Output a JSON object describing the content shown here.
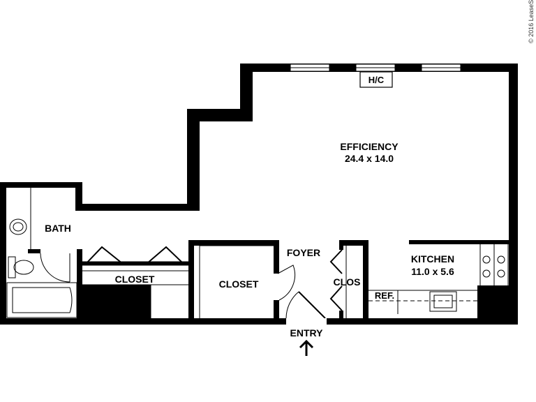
{
  "rooms": {
    "efficiency": {
      "name": "EFFICIENCY",
      "dims": "24.4 x 14.0"
    },
    "kitchen": {
      "name": "KITCHEN",
      "dims": "11.0 x 5.6"
    },
    "bath": {
      "name": "BATH"
    },
    "foyer": {
      "name": "FOYER"
    },
    "closet_hall": {
      "name": "CLOSET"
    },
    "closet_middle": {
      "name": "CLOSET"
    },
    "clos": {
      "name": "CLOS"
    }
  },
  "fixtures": {
    "hc": "H/C",
    "ref": "REF."
  },
  "entry": {
    "label": "ENTRY"
  },
  "copyright": "© 2016 LeaseS"
}
